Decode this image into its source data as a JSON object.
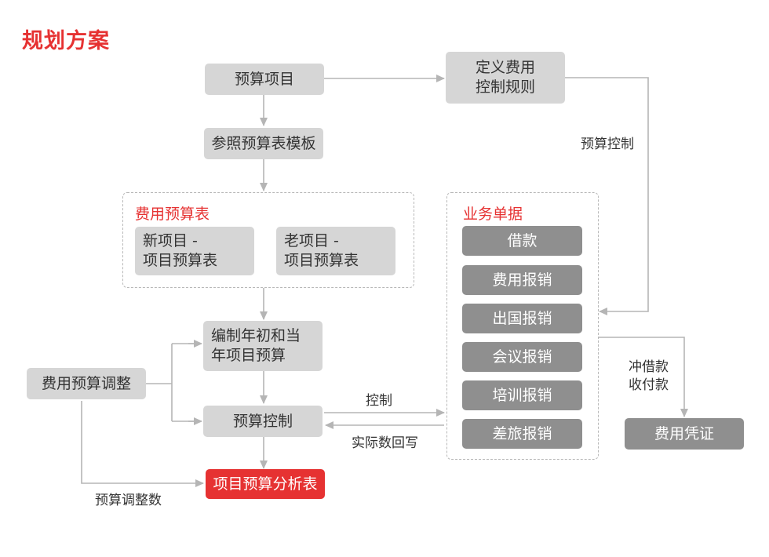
{
  "title": "规划方案",
  "nodes": {
    "budget_project": "预算项目",
    "define_rules_1": "定义费用",
    "define_rules_2": "控制规则",
    "ref_template": "参照预算表模板",
    "new_project_1": "新项目 -",
    "new_project_2": "项目预算表",
    "old_project_1": "老项目 -",
    "old_project_2": "项目预算表",
    "compile_1": "编制年初和当",
    "compile_2": "年项目预算",
    "budget_adjust": "费用预算调整",
    "budget_control": "预算控制",
    "analysis": "项目预算分析表",
    "voucher": "费用凭证"
  },
  "sections": {
    "expense_budget": "费用预算表",
    "business_docs": "业务单据"
  },
  "docs": [
    "借款",
    "费用报销",
    "出国报销",
    "会议报销",
    "培训报销",
    "差旅报销"
  ],
  "labels": {
    "budget_control_link": "预算控制",
    "control": "控制",
    "actual_writeback": "实际数回写",
    "offset_1": "冲借款",
    "offset_2": "收付款",
    "adjust_number": "预算调整数"
  },
  "colors": {
    "accent": "#e63232",
    "light_box": "#d6d6d6",
    "dark_box": "#8f8f8f",
    "line": "#b5b5b5"
  }
}
